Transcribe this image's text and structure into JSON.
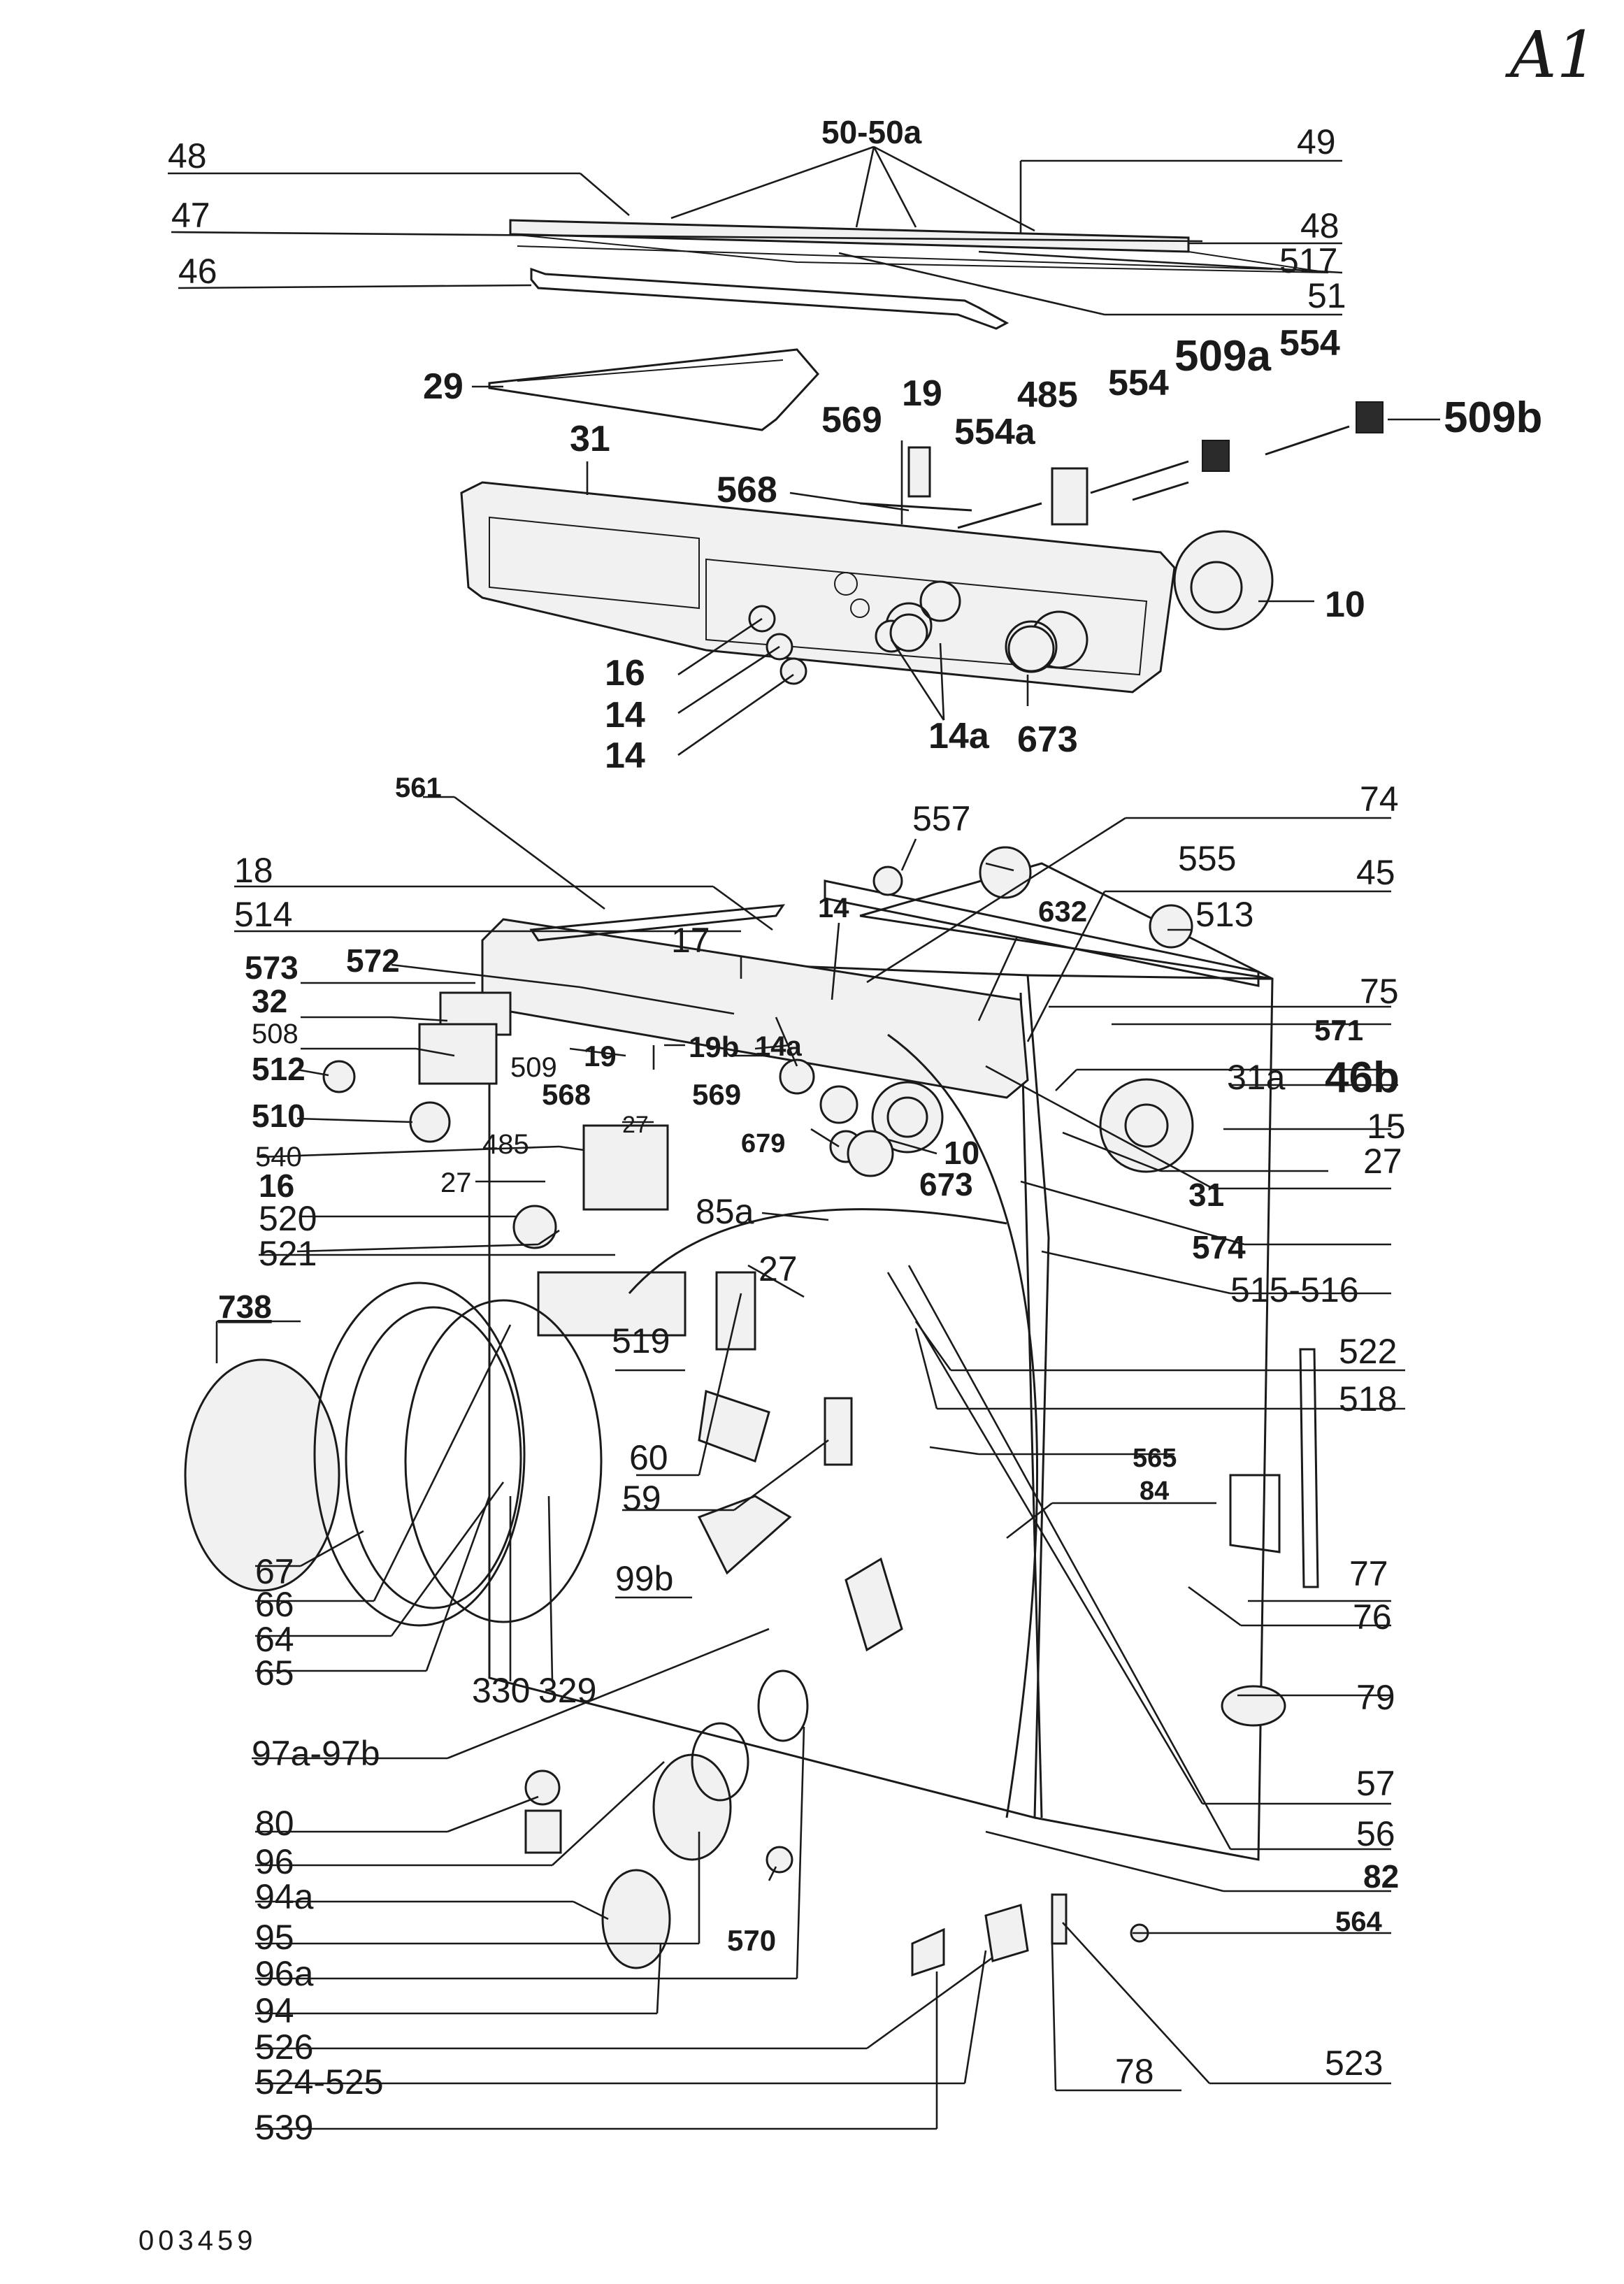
{
  "page_tag": "A1",
  "document_code": "003459",
  "labels": {
    "l48a": "48",
    "l47": "47",
    "l46": "46",
    "l50": "50-50a",
    "l49": "49",
    "l48b": "48",
    "l517": "517",
    "l51": "51",
    "l29": "29",
    "l569a": "569",
    "l19a": "19",
    "l485a": "485",
    "l554a": "554",
    "l509a": "509a",
    "l554b": "554",
    "l509b": "509b",
    "l554c": "554a",
    "l568a": "568",
    "l31a": "31",
    "l10a": "10",
    "l16a": "16",
    "l14a": "14",
    "l14b": "14",
    "l14aa": "14a",
    "l673a": "673",
    "l561": "561",
    "l557": "557",
    "l74": "74",
    "l18": "18",
    "l555": "555",
    "l45": "45",
    "l14c": "14",
    "l632": "632",
    "l513": "513",
    "l514": "514",
    "l17": "17",
    "l573": "573",
    "l572": "572",
    "l75": "75",
    "l32": "32",
    "l571": "571",
    "l508": "508",
    "l509c": "509",
    "l19b": "19",
    "l19c": "19b",
    "l14ab": "14a",
    "l31b": "31a",
    "l512": "512",
    "l568b": "568",
    "l569b": "569",
    "l46b": "46b",
    "l510": "510",
    "l27a": "27",
    "l679": "679",
    "l10b": "10",
    "l15": "15",
    "l540": "540",
    "l27b": "27",
    "l485b": "485",
    "l673b": "673",
    "l31c": "31",
    "l16b": "16",
    "l27c": "27",
    "l520": "520",
    "l85a": "85a",
    "l574": "574",
    "l521": "521",
    "l27d": "27",
    "l515": "515-516",
    "l738": "738",
    "l519": "519",
    "l522": "522",
    "l518": "518",
    "l60": "60",
    "l565": "565",
    "l59": "59",
    "l84": "84",
    "l67": "67",
    "l99b": "99b",
    "l77": "77",
    "l66": "66",
    "l76": "76",
    "l64": "64",
    "l65": "65",
    "l330": "330",
    "l329": "329",
    "l79": "79",
    "l97": "97a-97b",
    "l57": "57",
    "l80": "80",
    "l56": "56",
    "l96": "96",
    "l82": "82",
    "l94a": "94a",
    "l564": "564",
    "l95": "95",
    "l570": "570",
    "l96a": "96a",
    "l94": "94",
    "l526": "526",
    "l523": "523",
    "l524": "524-525",
    "l78": "78",
    "l539": "539"
  }
}
